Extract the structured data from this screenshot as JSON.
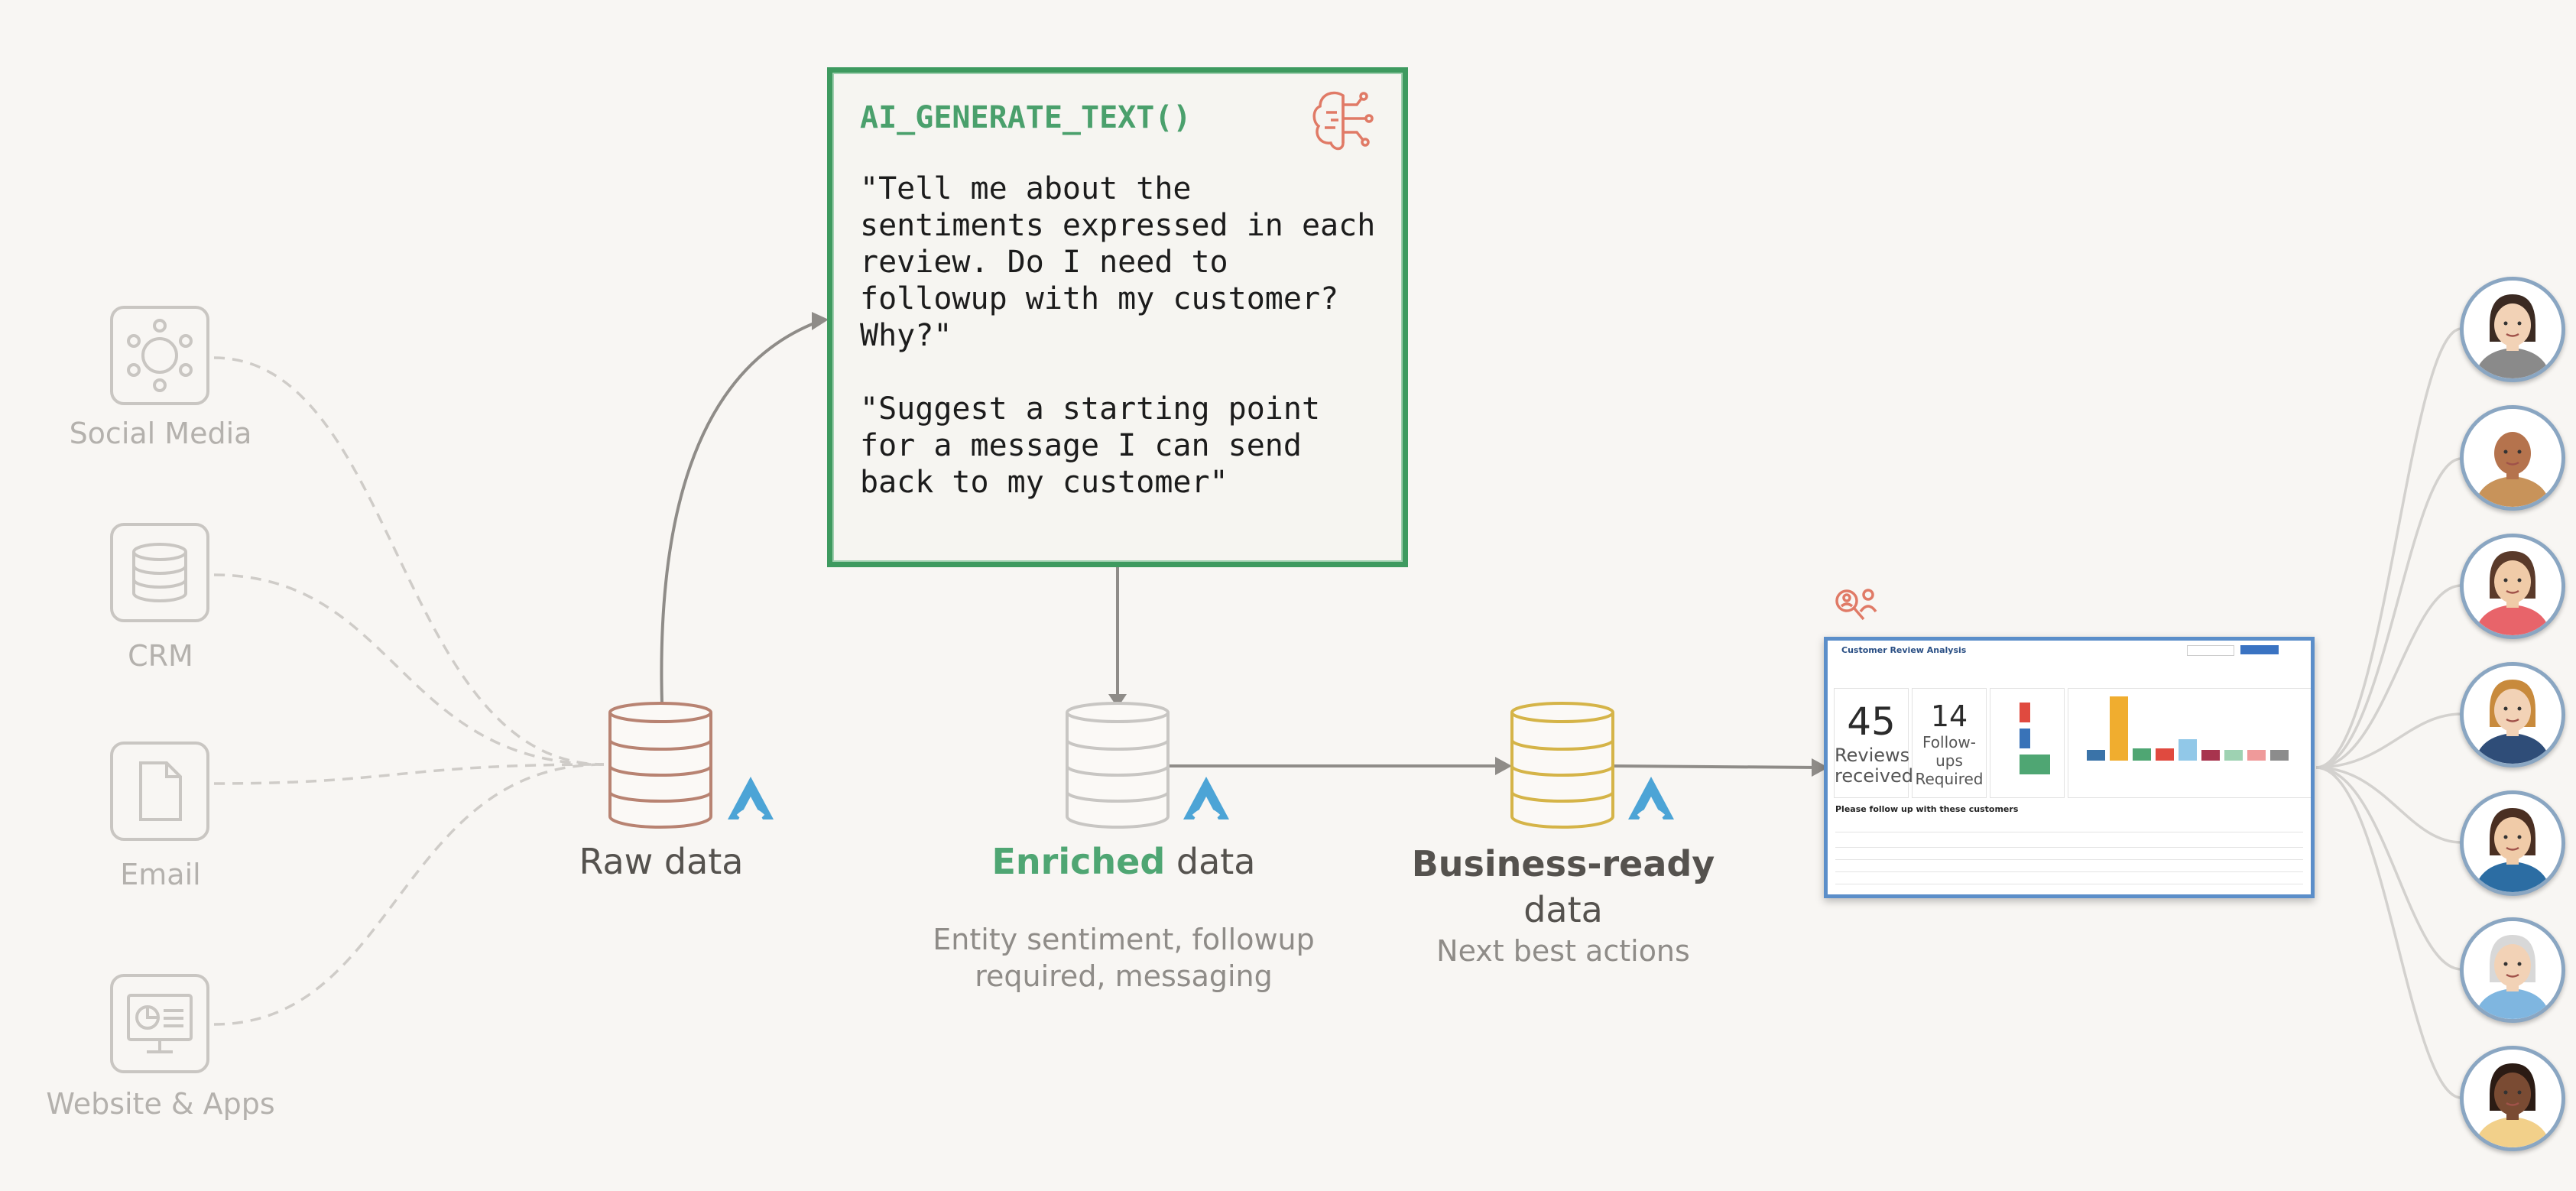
{
  "sources": [
    {
      "label": "Social Media",
      "icon": "social-network-icon"
    },
    {
      "label": "CRM",
      "icon": "database-icon"
    },
    {
      "label": "Email",
      "icon": "document-icon"
    },
    {
      "label": "Website & Apps",
      "icon": "monitor-icon"
    }
  ],
  "raw": {
    "label": "Raw data"
  },
  "prompt": {
    "title": "AI_GENERATE_TEXT()",
    "text": "\"Tell me about the\nsentiments expressed in each\nreview. Do I need to\nfollowup with my customer?\nWhy?\"\n\n\"Suggest a starting point\nfor a message I can send\nback to my customer\"",
    "icon": "brain-circuit-icon"
  },
  "enriched": {
    "highlight": "Enriched",
    "rest": " data",
    "sub": "Entity sentiment, followup\nrequired, messaging"
  },
  "business": {
    "line1": "Business-ready",
    "line2": "data",
    "sub": "Next best actions"
  },
  "dashboard": {
    "icon": "person-search-icon",
    "title": "Customer Review Analysis",
    "reviews_count": "45",
    "reviews_label": "Reviews\nreceived",
    "followups_count": "14",
    "followups_label": "Follow-\nups\nRequired",
    "followup_heading": "Please follow up with these customers"
  },
  "customers": [
    "avatar-woman-glasses",
    "avatar-man-bald",
    "avatar-woman-curly",
    "avatar-woman-blonde",
    "avatar-man-blue",
    "avatar-man-glasses",
    "avatar-woman-dark"
  ],
  "colors": {
    "accent_green": "#3e9a5f",
    "raw_db": "#b88372",
    "enriched_db": "#c8c6c3",
    "business_db": "#d5b448",
    "logo": "#4ca4d6"
  }
}
